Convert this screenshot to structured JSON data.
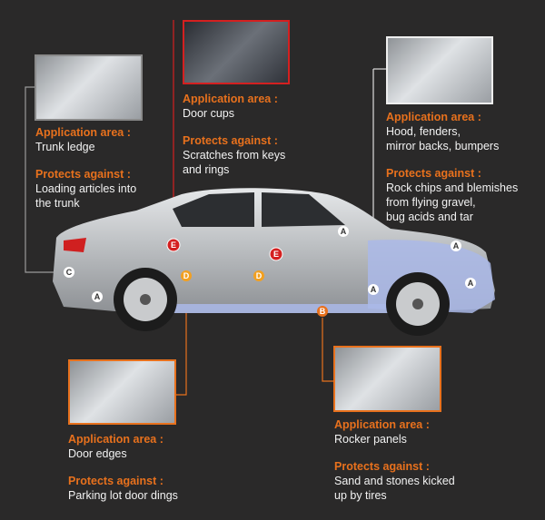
{
  "callouts": [
    {
      "marker": "C",
      "area_label": "Application area :",
      "area": "Trunk ledge",
      "protect_label": "Protects against :",
      "protects": [
        "Loading articles into",
        "the trunk"
      ]
    },
    {
      "marker": "E",
      "area_label": "Application area :",
      "area": "Door cups",
      "protect_label": "Protects against :",
      "protects": [
        "Scratches from keys",
        "and rings"
      ]
    },
    {
      "marker": "A",
      "area_label": "Application area :",
      "area": "Hood, fenders,\nmirror backs, bumpers",
      "protect_label": "Protects against :",
      "protects": [
        "Rock chips and blemishes",
        "from flying gravel,",
        "bug acids and tar"
      ]
    },
    {
      "marker": "D",
      "area_label": "Application area :",
      "area": "Door edges",
      "protect_label": "Protects against :",
      "protects": [
        "Parking lot door dings"
      ]
    },
    {
      "marker": "B",
      "area_label": "Application area :",
      "area": "Rocker panels",
      "protect_label": "Protects against :",
      "protects": [
        "Sand and stones kicked",
        "up by tires"
      ]
    }
  ],
  "colors": {
    "accent": "#e8711d",
    "red": "#d42020",
    "film": "#aab8e8"
  }
}
